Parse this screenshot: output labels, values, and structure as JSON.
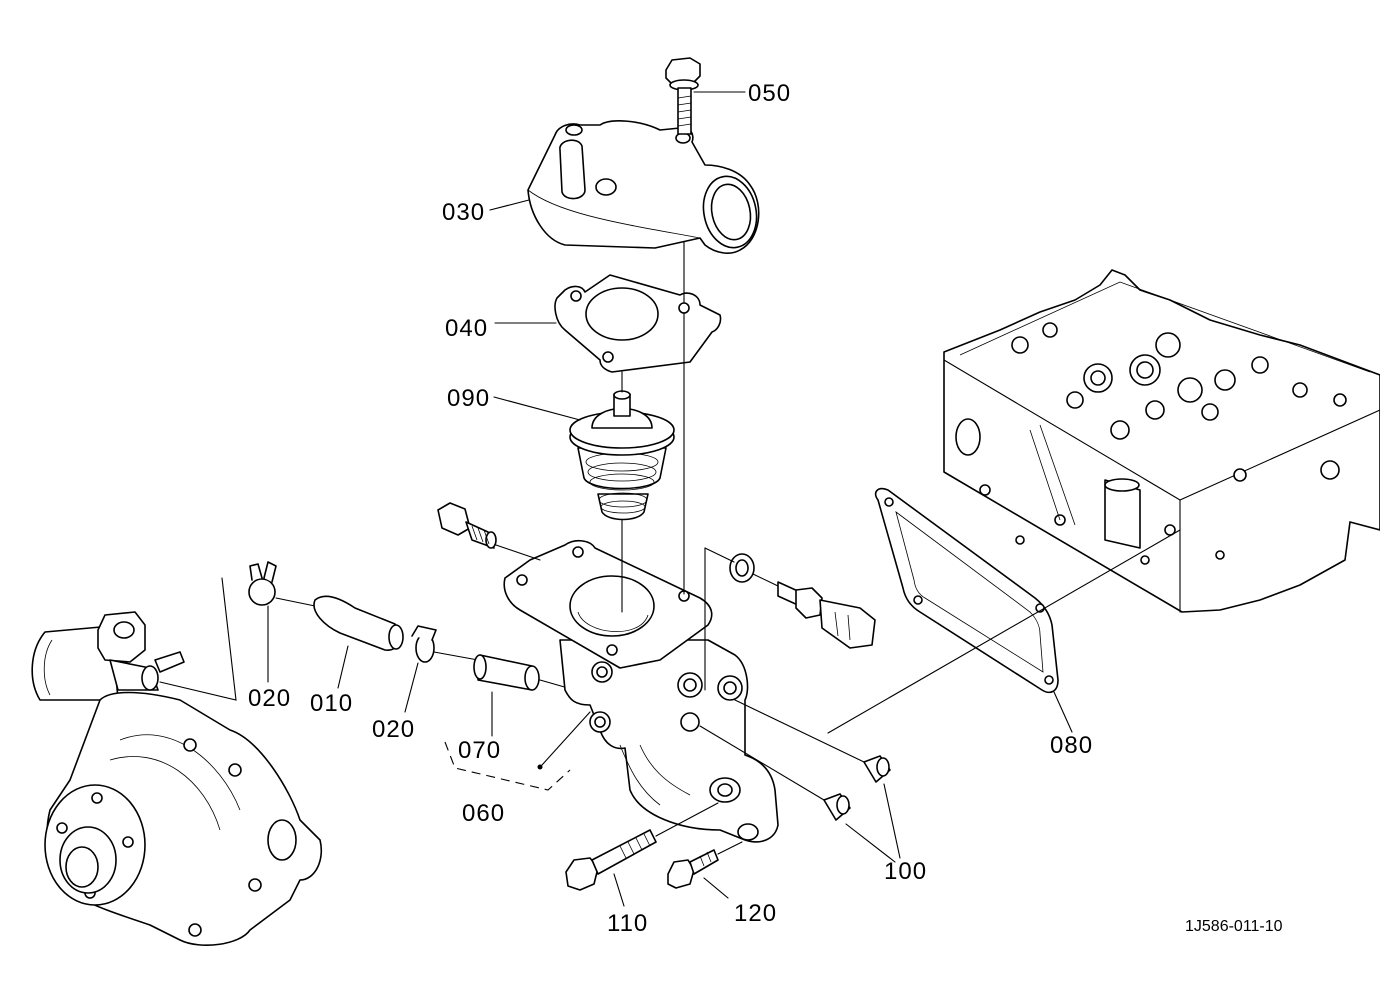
{
  "labels": {
    "c050": "050",
    "c030": "030",
    "c040": "040",
    "c090": "090",
    "c020_left": "020",
    "c010": "010",
    "c020_right": "020",
    "c070": "070",
    "c060": "060",
    "c080": "080",
    "c100": "100",
    "c110": "110",
    "c120": "120"
  },
  "drawing_number": "1J586-011-10"
}
